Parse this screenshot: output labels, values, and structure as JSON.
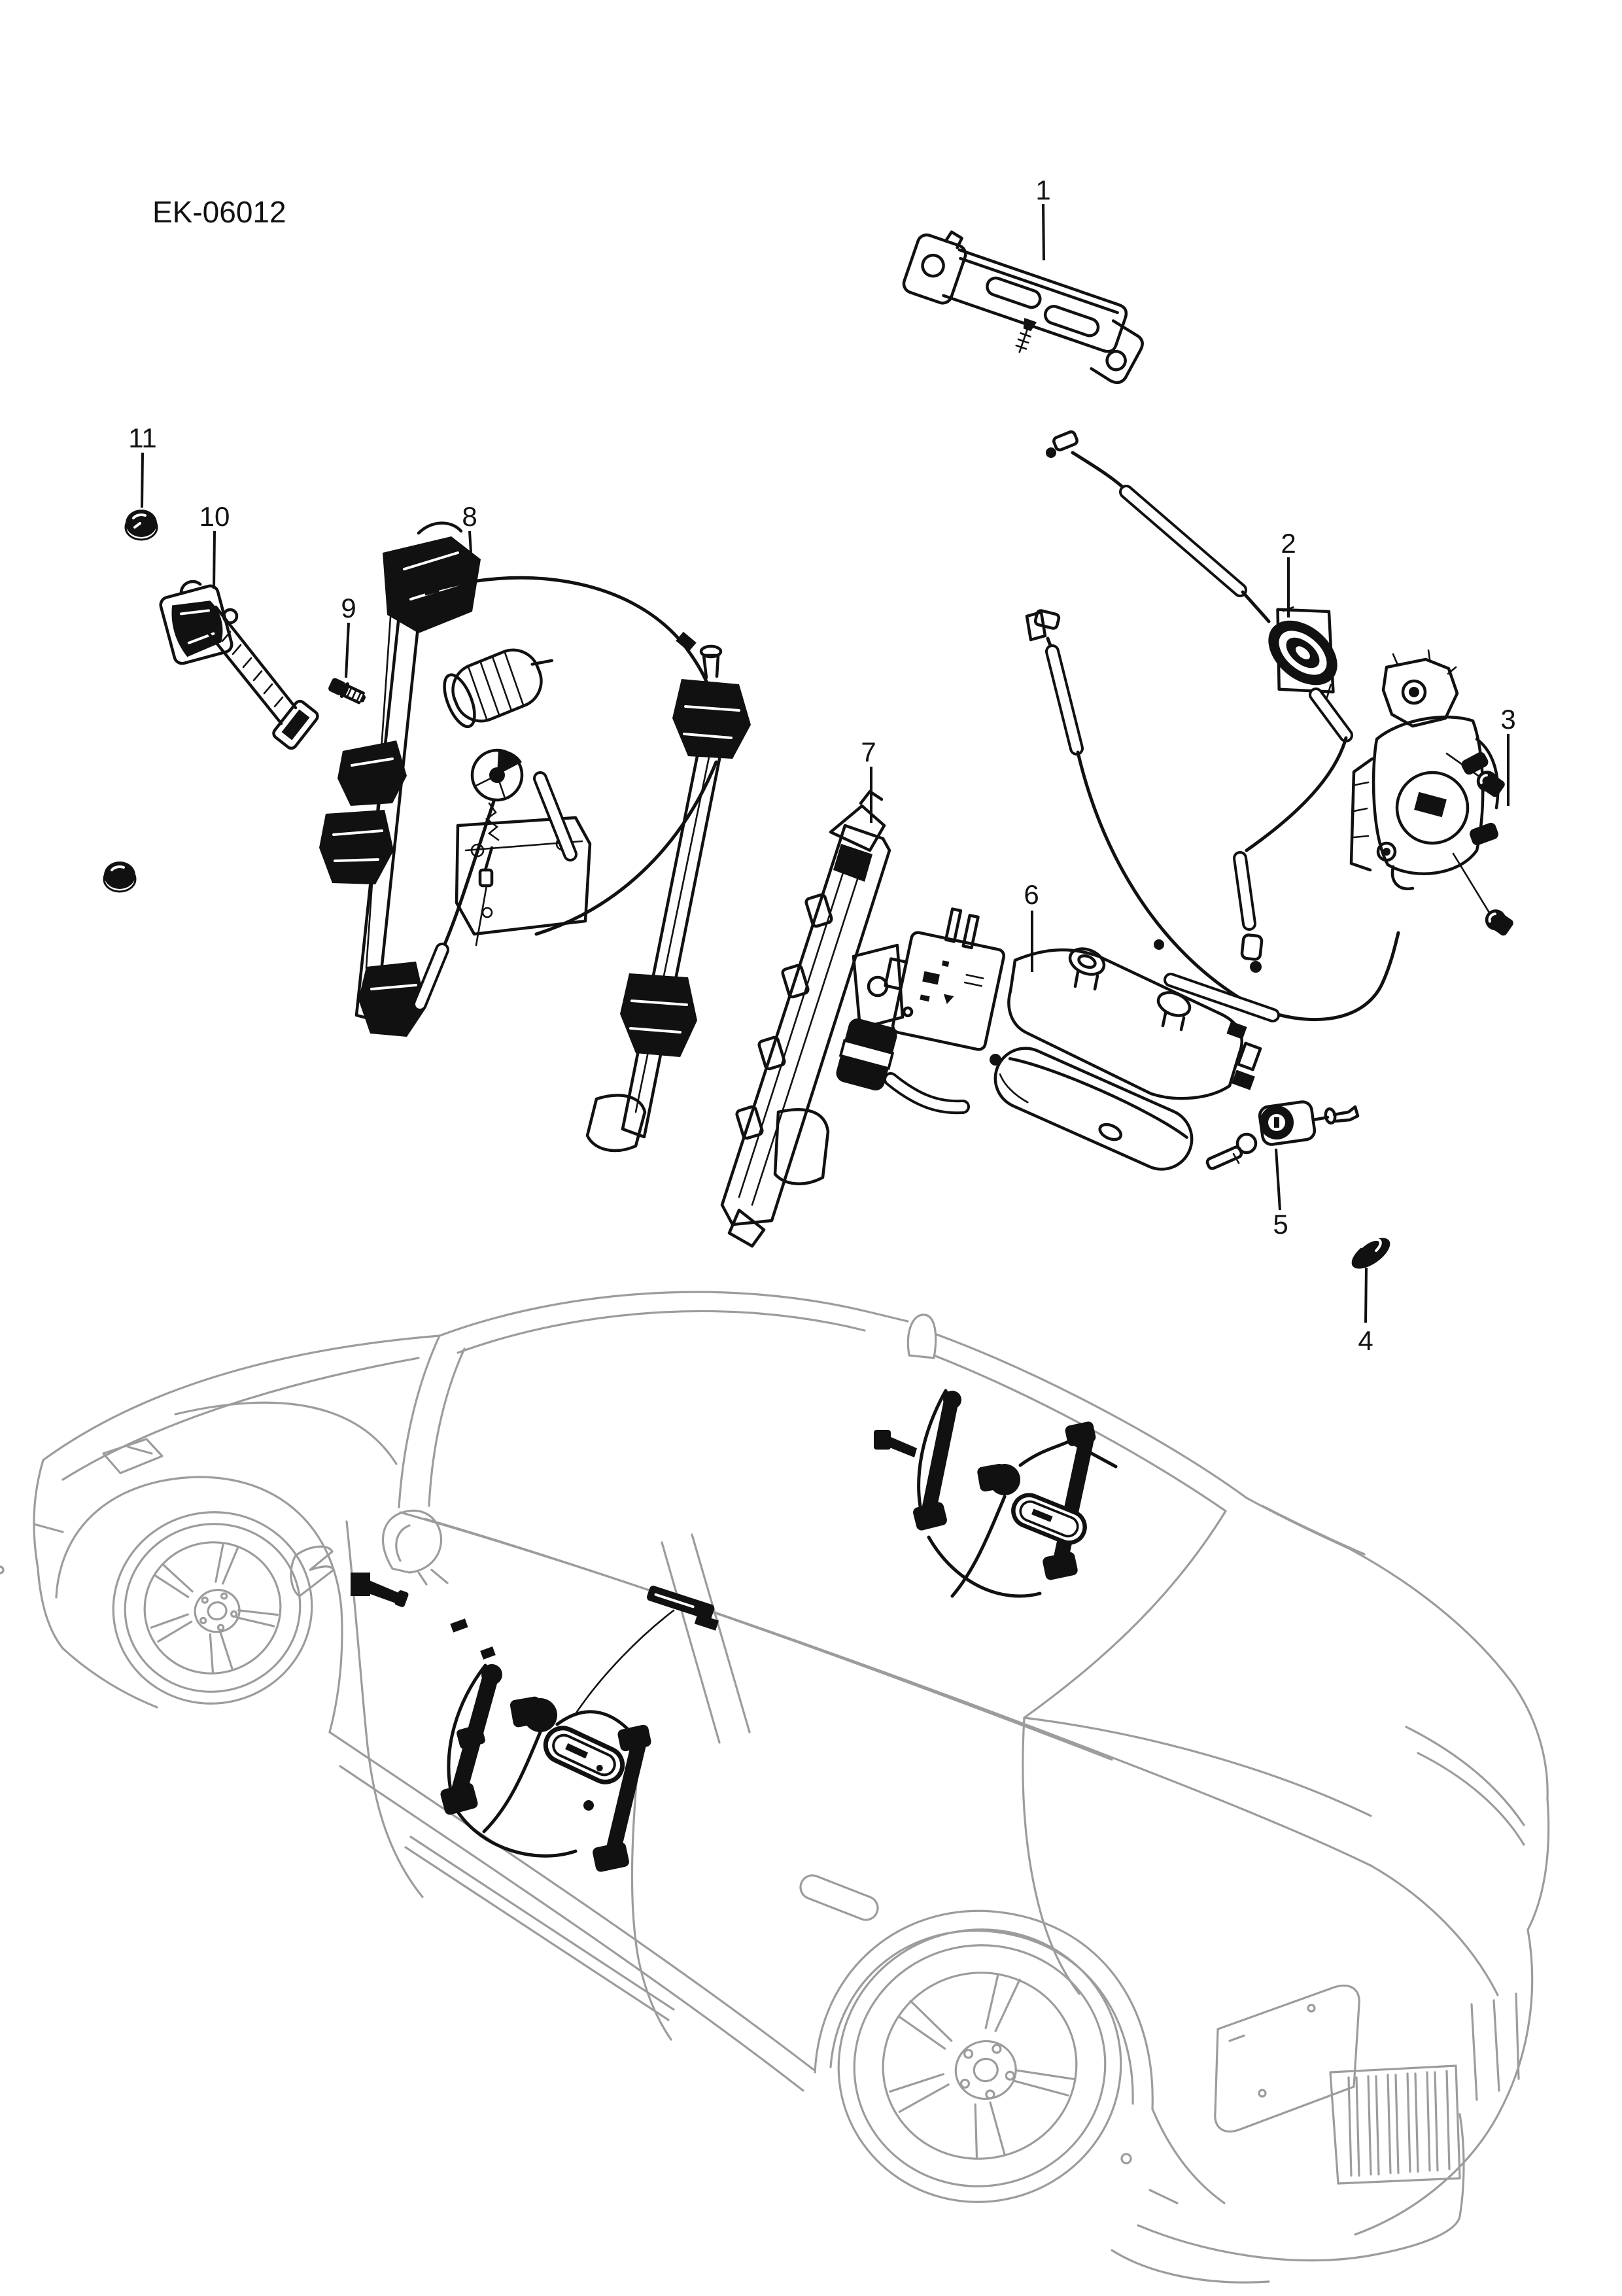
{
  "header": {
    "diagram_code": "EK-06012"
  },
  "colors": {
    "background": "#ffffff",
    "line": "#111111",
    "car_outline": "#9c9c9c"
  },
  "callouts": [
    {
      "label": "1",
      "part_name": "window-frame-mounting-bracket"
    },
    {
      "label": "2",
      "part_name": "door-lock-cable-assembly"
    },
    {
      "label": "3",
      "part_name": "latch-mounting-screws"
    },
    {
      "label": "4",
      "part_name": "sealing-grommet"
    },
    {
      "label": "5",
      "part_name": "door-lock-cylinder-with-key"
    },
    {
      "label": "6",
      "part_name": "outside-door-handle-assembly"
    },
    {
      "label": "7",
      "part_name": "window-glass-guide-rail"
    },
    {
      "label": "8",
      "part_name": "window-regulator-assembly"
    },
    {
      "label": "9",
      "part_name": "fastening-bolt"
    },
    {
      "label": "10",
      "part_name": "door-check-strap"
    },
    {
      "label": "11",
      "part_name": "fixing-nut"
    }
  ]
}
